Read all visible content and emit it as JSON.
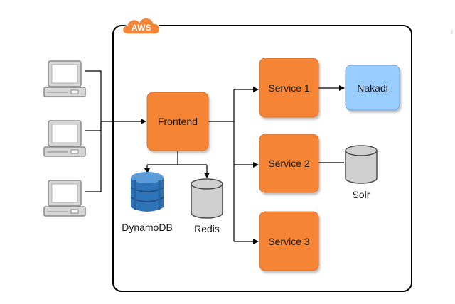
{
  "cloud": {
    "label": "AWS",
    "color": "#f58536"
  },
  "clients": [
    {
      "icon": "laptop-icon"
    },
    {
      "icon": "laptop-icon"
    },
    {
      "icon": "laptop-icon"
    }
  ],
  "nodes": {
    "frontend": "Frontend",
    "service1": "Service 1",
    "service2": "Service 2",
    "service3": "Service 3",
    "nakadi": "Nakadi"
  },
  "stores": {
    "dynamodb": {
      "label": "DynamoDB",
      "icon": "dynamodb-icon",
      "color": "#2e73b8"
    },
    "redis": {
      "label": "Redis",
      "icon": "database-cylinder-icon"
    },
    "solr": {
      "label": "Solr",
      "icon": "database-cylinder-icon"
    }
  },
  "colors": {
    "service_fill": "#f58536",
    "service_stroke": "#d9742d",
    "queue_fill": "#99ccff",
    "storage_fill": "#d0d0d0",
    "line": "#000000"
  }
}
